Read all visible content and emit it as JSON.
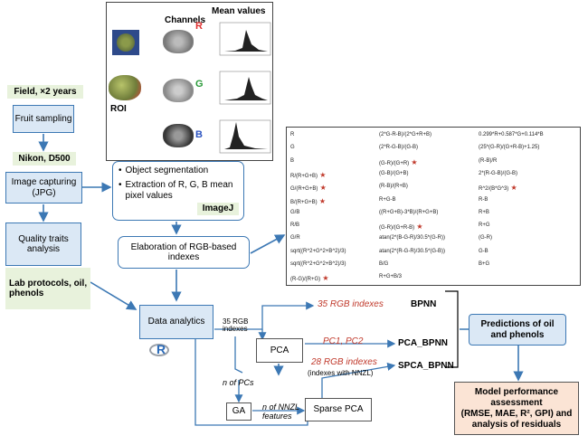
{
  "top_panel": {
    "channels_label": "Channels",
    "mean_values_label": "Mean values",
    "roi_label": "ROI",
    "channel_letters": [
      "R",
      "G",
      "B"
    ]
  },
  "left_column": {
    "field_label": "Field, ×2 years",
    "fruit_sampling": "Fruit sampling",
    "camera_label": "Nikon, D500",
    "image_capturing": "Image capturing (JPG)",
    "quality_traits": "Quality traits analysis",
    "lab_protocols": "Lab protocols, oil, phenols"
  },
  "segmentation_box": {
    "bullets": [
      "Object segmentation",
      "Extraction of R, G, B  mean pixel values"
    ],
    "tool_label": "ImageJ"
  },
  "elaboration_box": "Elaboration of  RGB-based indexes",
  "formula_table": {
    "col1": [
      "R",
      "G",
      "B",
      "R/(R+G+B)",
      "G/(R+G+B)",
      "B/(R+G+B)",
      "G/B",
      "R/B",
      "G/R",
      "sqrt((R^2+G^2+B^2)/3)",
      "sqrt((R^2+G^2+B^2)/3)",
      "(R-G)/(R+G)"
    ],
    "col1_stars": [
      false,
      false,
      false,
      true,
      true,
      true,
      false,
      false,
      false,
      false,
      false,
      true
    ],
    "col2": [
      "(2*G-R-B)/(2*G+R+B)",
      "(2*R-G-B)/(G-B)",
      "(G-R)/(G+R)",
      "(G-B)/(G+B)",
      "(R-B)/(R+B)",
      "R+G-B",
      "((R+G+B)-3*B)/(R+G+B)",
      "(G-R)/(G+R-B)",
      "atan(2*(B-G-R)/30.5*(G-R))",
      "atan(2*(R-G-R)/30.5*(G-B))",
      "B/G",
      "R+G+B/3"
    ],
    "col2_stars": [
      false,
      false,
      true,
      false,
      false,
      false,
      false,
      true,
      false,
      false,
      false,
      false
    ],
    "col3": [
      "0.299*R+0.587*G+0.114*B",
      "(25*(G-R)/(G+R-B)+1.25)",
      "(R-B)/R",
      "2*(R-G-B)/(G-B)",
      "R^2/(B*G^3)",
      "R-B",
      "R+B",
      "R+G",
      "(G-R)",
      "G-B",
      "B+G",
      ""
    ],
    "col3_stars": [
      false,
      false,
      false,
      false,
      true,
      false,
      false,
      false,
      false,
      false,
      false,
      false
    ]
  },
  "data_analytics": "Data analytics",
  "r_logo": "R",
  "rgb_35_label": "35 RGB indexes",
  "pca_label": "PCA",
  "ga_label": "GA",
  "sparse_pca_label": "Sparse PCA",
  "n_pcs_label": "n of PCs",
  "n_nnzl_label": "n of NNZL features",
  "branches": {
    "top_red": "35 RGB indexes",
    "top_model": "BPNN",
    "mid_red": "PC1, PC2",
    "mid_model": "PCA_BPNN",
    "bot_red": "28 RGB indexes",
    "bot_note": "(indexes with NNZL)",
    "bot_model": "SPCA_BPNN"
  },
  "predictions_box": "Predictions of oil and phenols",
  "assessment_box": {
    "line1": "Model performance assessment",
    "line2": "(RMSE, MAE, R², GPI) and",
    "line3": "analysis of residuals"
  },
  "colors": {
    "arrow": "#3c78b4",
    "red_text": "#c0392b",
    "box_blue": "#dbe8f5",
    "box_green": "#e8f2dc",
    "box_peach": "#fbe4d5"
  }
}
